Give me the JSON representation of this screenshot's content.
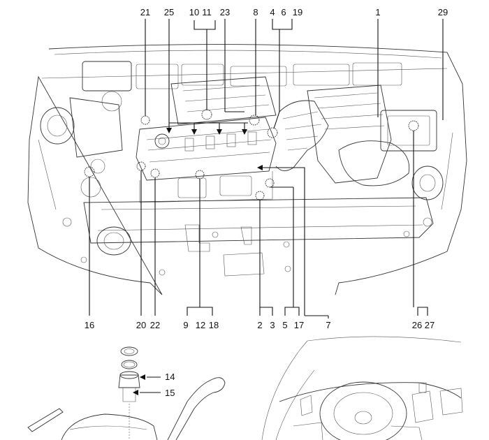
{
  "callouts": {
    "n1": "1",
    "n2": "2",
    "n3": "3",
    "n4": "4",
    "n5": "5",
    "n6": "6",
    "n7": "7",
    "n8": "8",
    "n9": "9",
    "n10": "10",
    "n11": "11",
    "n12": "12",
    "n14": "14",
    "n15": "15",
    "n16": "16",
    "n17": "17",
    "n18": "18",
    "n19": "19",
    "n20": "20",
    "n21": "21",
    "n22": "22",
    "n23": "23",
    "n25": "25",
    "n26": "26",
    "n27": "27",
    "n29": "29"
  }
}
